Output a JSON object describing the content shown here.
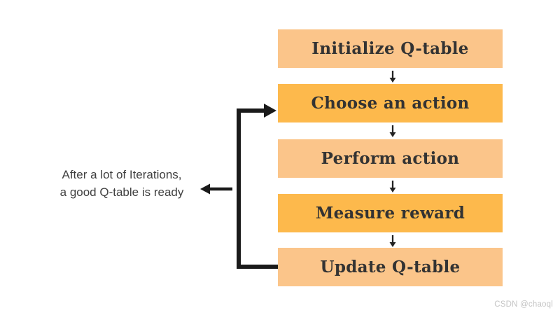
{
  "flowchart": {
    "steps": [
      {
        "label": "Initialize Q-table",
        "shade": "light",
        "color_hex": "#FBC58A"
      },
      {
        "label": "Choose an action",
        "shade": "dark",
        "color_hex": "#FDB94C"
      },
      {
        "label": "Perform action",
        "shade": "light",
        "color_hex": "#FBC58A"
      },
      {
        "label": "Measure reward",
        "shade": "dark",
        "color_hex": "#FDB94C"
      },
      {
        "label": "Update Q-table",
        "shade": "light",
        "color_hex": "#FBC58A"
      }
    ],
    "loop_arrow": {
      "from": "Update Q-table",
      "to": "Choose an action"
    },
    "annotation": {
      "line1": "After a lot of Iterations,",
      "line2": "a good Q-table is ready"
    }
  },
  "colors": {
    "step_light": "#FBC58A",
    "step_dark": "#FDB94C",
    "arrow": "#1A1A1A",
    "step_text": "#333333",
    "annotation_text": "#3F3F3F",
    "watermark_text": "#C4C4C4",
    "background": "#FFFFFF"
  },
  "watermark": "CSDN @chaoql"
}
